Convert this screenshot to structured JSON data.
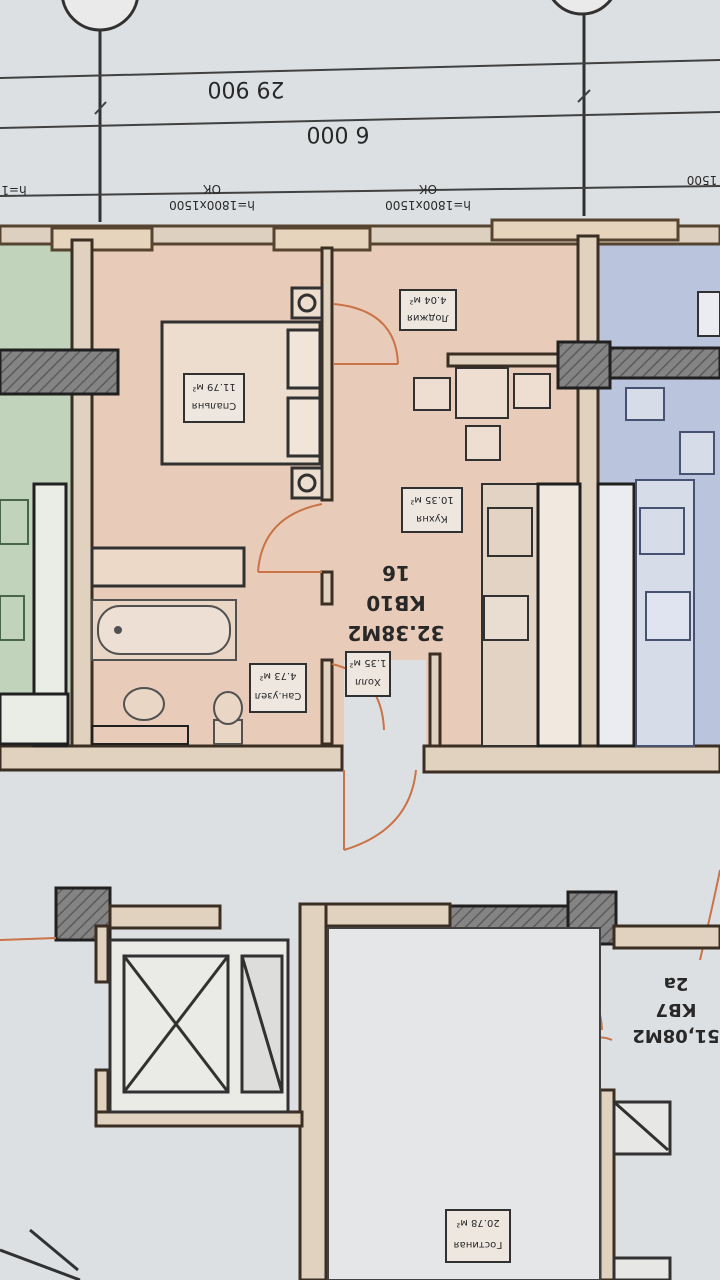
{
  "overall_dimension": "29 900",
  "segment_dimension": "6 000",
  "windows": [
    {
      "code": "ОК",
      "size": "h=1800x1500"
    },
    {
      "code": "ОК",
      "size": "h=1800x1500"
    }
  ],
  "edge_texts": {
    "left": "h=1",
    "right": "1500"
  },
  "apartment_main": {
    "floor_label": "16",
    "number": "КВ10",
    "area": "32.38М2",
    "rooms": [
      {
        "name": "Лоджия",
        "area": "4.04 м²"
      },
      {
        "name": "Спальня",
        "area": "11.79 м²"
      },
      {
        "name": "Кухня",
        "area": "10.35 м²"
      },
      {
        "name": "Сан.узел",
        "area": "4.73 м²"
      },
      {
        "name": "Холл",
        "area": "1.35 м²"
      }
    ]
  },
  "apartment_lower": {
    "floor_label": "2а",
    "number": "КВ7",
    "area": "51,08М2",
    "room": {
      "name": "Гостиная",
      "area": "20.78 м²"
    }
  },
  "colors": {
    "paper": "#e9eaec",
    "apartment_fill": "#f2d5c1",
    "left_unit_fill": "#c9dcc3",
    "right_unit_fill": "#c2cde6",
    "wall": "#5a4632",
    "door_arc": "#d2784a"
  }
}
